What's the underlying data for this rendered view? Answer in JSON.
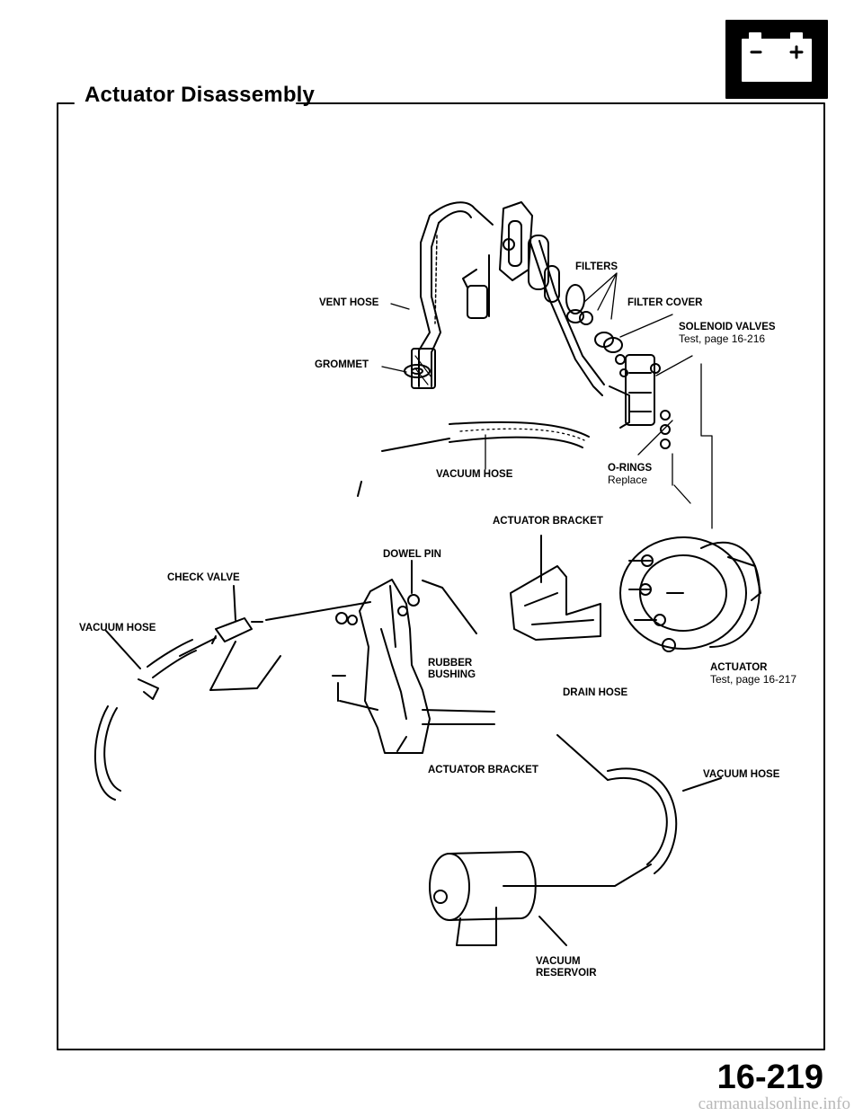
{
  "header": {
    "title": "Actuator Disassembly",
    "battery_icon": "battery-icon",
    "battery_minus": "–",
    "battery_plus": "+"
  },
  "labels": {
    "filters": "FILTERS",
    "vent_hose": "VENT HOSE",
    "filter_cover": "FILTER COVER",
    "solenoid_valves": "SOLENOID VALVES",
    "solenoid_test": "Test, page 16-216",
    "grommet": "GROMMET",
    "vacuum_hose_top": "VACUUM HOSE",
    "o_rings": "O-RINGS",
    "o_rings_note": "Replace",
    "actuator_bracket_top": "ACTUATOR BRACKET",
    "dowel_pin": "DOWEL PIN",
    "check_valve": "CHECK VALVE",
    "vacuum_hose_left": "VACUUM HOSE",
    "rubber_bushing_1": "RUBBER",
    "rubber_bushing_2": "BUSHING",
    "actuator": "ACTUATOR",
    "actuator_test": "Test, page 16-217",
    "drain_hose": "DRAIN HOSE",
    "actuator_bracket_bottom": "ACTUATOR BRACKET",
    "vacuum_hose_right": "VACUUM HOSE",
    "vacuum_reservoir_1": "VACUUM",
    "vacuum_reservoir_2": "RESERVOIR"
  },
  "footer": {
    "page_number": "16-219",
    "watermark": "carmanualsonline.info"
  }
}
